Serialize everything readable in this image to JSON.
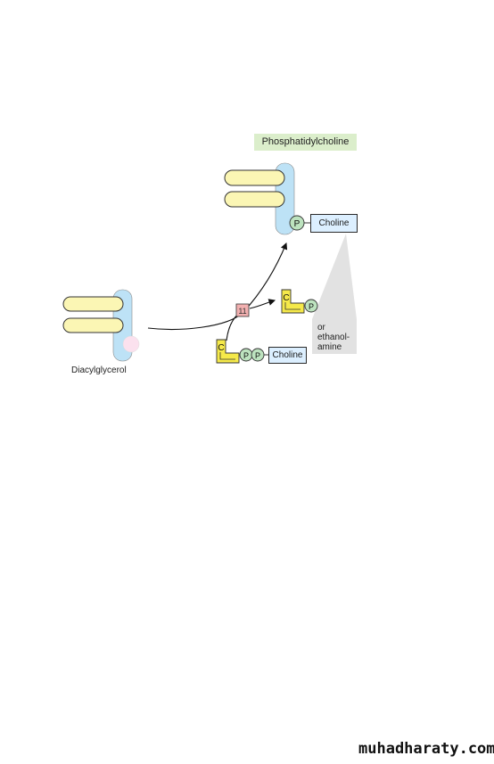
{
  "title": "Phosphatidylcholine",
  "product_label": "Choline",
  "donor_label": "Choline",
  "substrate_label": "Diacylglycerol",
  "alternative_label": [
    "or",
    "ethanol-",
    "amine"
  ],
  "cmp_symbol": "C",
  "phosphate_symbol": "P",
  "enzyme_symbol": "11",
  "watermark": "muhadharaty.com",
  "colors": {
    "glycerol_backbone": "#bde2f6",
    "fatty_acid": "#fbf6b4",
    "hydroxyl_group": "#fbe1ee",
    "cytidine": "#f5e94a",
    "phosphate": "#bde3bf",
    "enzyme": "#f2b0b0",
    "title_bg": "#dbeecb",
    "choline_bg": "#dcefff",
    "callout": "#e2e2e2"
  }
}
